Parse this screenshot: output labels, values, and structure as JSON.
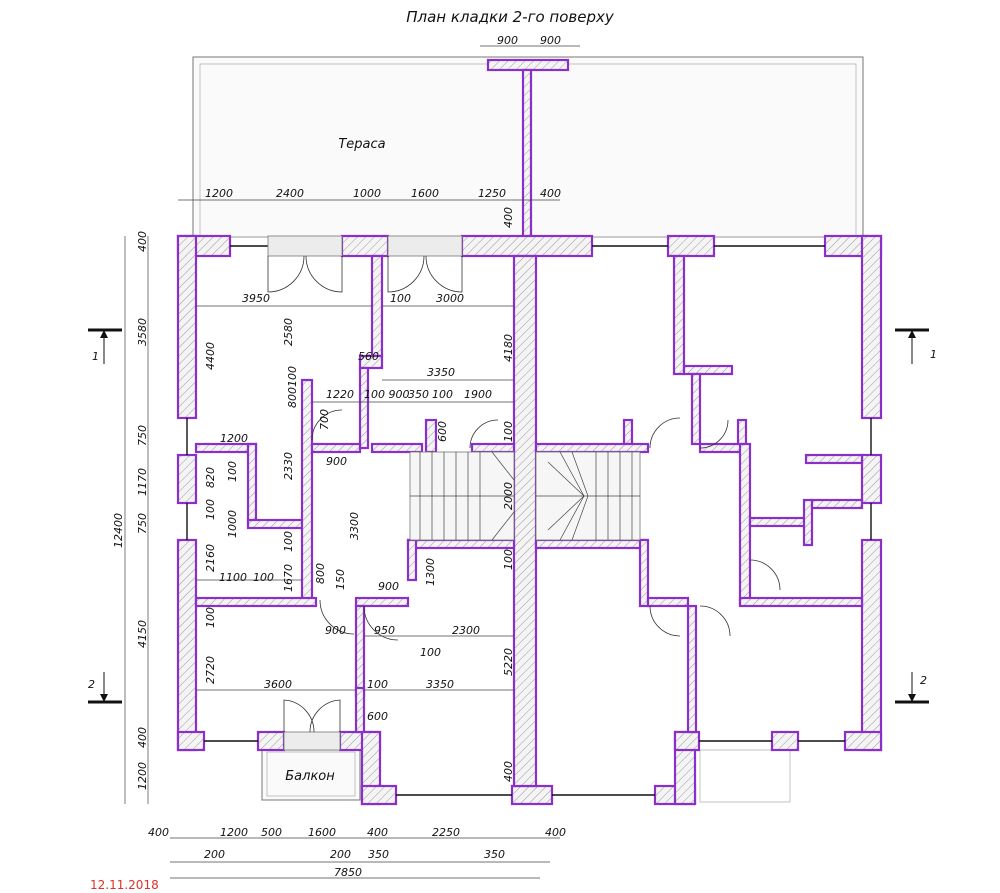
{
  "title": "План кладки 2-го поверху",
  "date": "12.11.2018",
  "rooms": {
    "terrace": "Тераса",
    "balcony": "Балкон"
  },
  "section_marks": {
    "left_top": "1",
    "right_top": "1",
    "left_bottom": "2",
    "right_bottom": "2"
  },
  "colors": {
    "wall_outline": "#8a2fc9",
    "hatch": "#9a9a9a",
    "date": "#e0302a"
  },
  "dims": {
    "top_900_a": "900",
    "top_900_b": "900",
    "top_1200": "1200",
    "top_2400": "2400",
    "top_1000": "1000",
    "top_1600": "1600",
    "top_1250": "1250",
    "top_400": "400",
    "v_400_top": "400",
    "v_3580": "3580",
    "v_750_a": "750",
    "v_1170": "1170",
    "v_750_b": "750",
    "v_4150": "4150",
    "v_400_bot": "400",
    "v_1200": "1200",
    "v_12400": "12400",
    "in_3950": "3950",
    "in_100_a": "100",
    "in_3000": "3000",
    "in_4400": "4400",
    "in_2580": "2580",
    "in_560": "560",
    "in_3350_a": "3350",
    "in_4180": "4180",
    "in_400_wall": "400",
    "in_800100": "800100",
    "in_1220": "1220",
    "in_100900": "100 900",
    "in_350": "350",
    "in_100_b": "100",
    "in_1900": "1900",
    "in_700": "700",
    "in_600_a": "600",
    "in_100_c": "100",
    "in_1200_b": "1200",
    "in_900_a": "900",
    "in_2330": "2330",
    "in_820": "820",
    "in_100_d": "100",
    "in_100_e": "100",
    "in_1000": "1000",
    "in_2000": "2000",
    "in_3300": "3300",
    "in_2160": "2160",
    "in_100_f": "100",
    "in_1100": "1100",
    "in_100_g": "100",
    "in_1670": "1670",
    "in_800": "800",
    "in_150": "150",
    "in_900_b": "900",
    "in_1300": "1300",
    "in_100_h": "100",
    "in_100_i": "100",
    "in_900_c": "900",
    "in_950": "950",
    "in_2300": "2300",
    "in_100_j": "100",
    "in_2720": "2720",
    "in_3600": "3600",
    "in_100_k": "100",
    "in_3350_b": "3350",
    "in_5220": "5220",
    "in_600_b": "600",
    "in_400_c": "400",
    "bot_400_a": "400",
    "bot_1200": "1200",
    "bot_500": "500",
    "bot_1600": "1600",
    "bot_400_b": "400",
    "bot_2250": "2250",
    "bot_400_c": "400",
    "bot_200_a": "200",
    "bot_200_b": "200",
    "bot_350_a": "350",
    "bot_350_b": "350",
    "bot_7850": "7850"
  }
}
